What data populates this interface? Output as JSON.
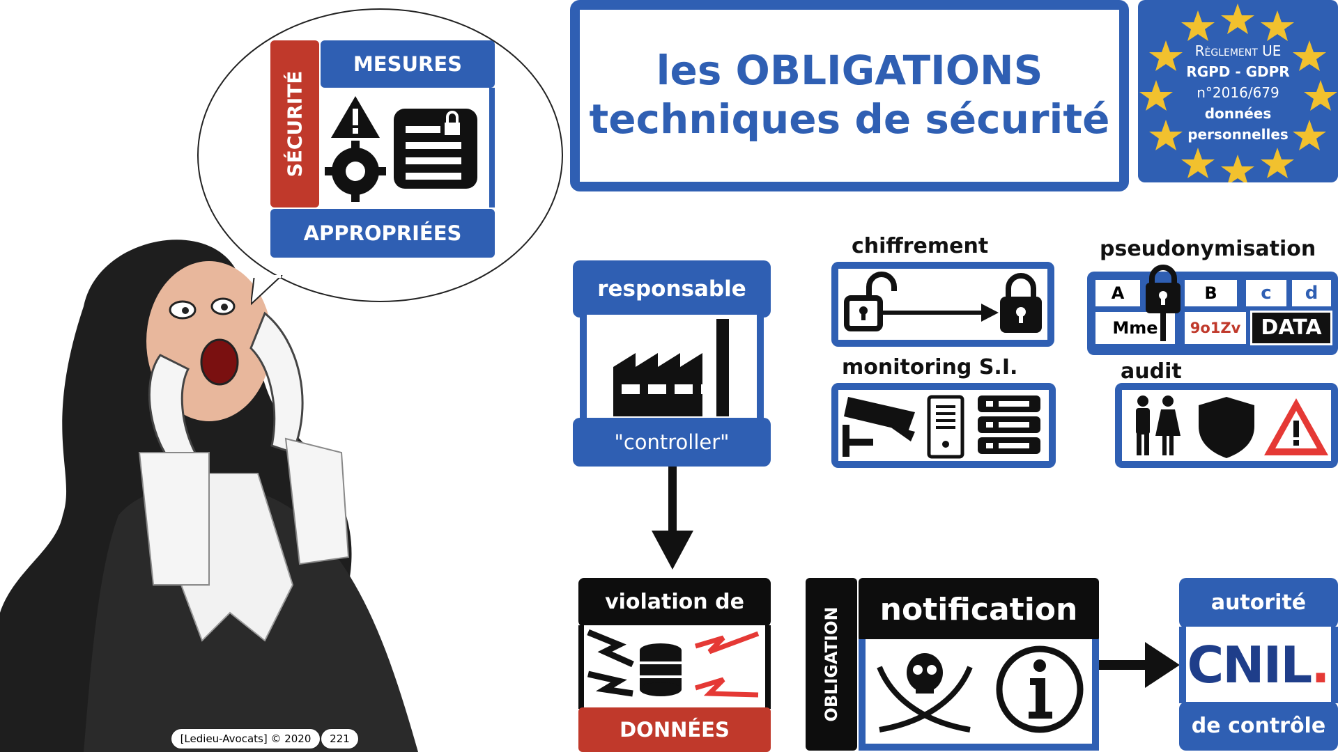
{
  "speech_bubble": {
    "side_label": "SÉCURITÉ",
    "top_label": "MESURES",
    "bottom_label": "APPROPRIÉES"
  },
  "title": {
    "line1": "les OBLIGATIONS",
    "line2": "techniques de sécurité"
  },
  "eu_badge": {
    "line1": "Règlement UE",
    "line2": "RGPD - GDPR",
    "line3": "n°2016/679",
    "line4": "données",
    "line5": "personnelles"
  },
  "controller": {
    "header": "responsable",
    "footer": "\"controller\""
  },
  "measures": {
    "encryption": "chiffrement",
    "monitoring": "monitoring S.I.",
    "pseudonymisation": "pseudonymisation",
    "audit": "audit",
    "pseudo_cells": [
      "A",
      "B",
      "c",
      "d",
      "Mme",
      "9o1Zv",
      "DATA"
    ]
  },
  "breach": {
    "header": "violation de",
    "footer": "DONNÉES"
  },
  "notification": {
    "side_label": "OBLIGATION",
    "header": "notification"
  },
  "authority": {
    "header": "autorité",
    "logo": "CNIL",
    "logo_dot": ".",
    "footer": "de contrôle"
  },
  "footer": {
    "credit": "[Ledieu-Avocats] © 2020",
    "page": "221"
  },
  "colors": {
    "blue": "#2f5fb3",
    "red": "#c0392b",
    "black": "#0d0d0d"
  }
}
